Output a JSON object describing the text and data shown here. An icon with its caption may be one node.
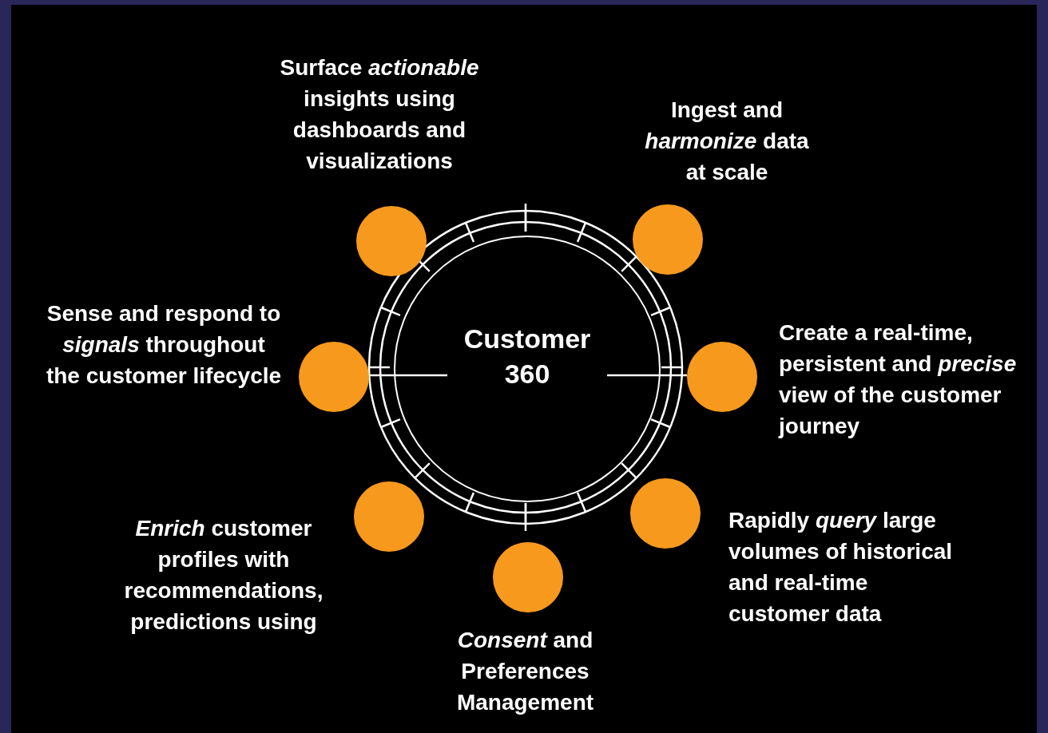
{
  "diagram": {
    "nodes": [
      {
        "text": [
          "Customer 360"
        ]
      },
      {
        "text": [],
        "shape": "circle",
        "beside": [
          "Surface *actionable* insights using dashboards and visualizations"
        ]
      },
      {
        "text": [],
        "shape": "circle",
        "beside": [
          "Ingest and *harmonize* data at scale"
        ]
      },
      {
        "text": [],
        "shape": "circle",
        "beside": [
          "Sense and respond to *signals* throughout the customer lifecycle"
        ]
      },
      {
        "text": [],
        "shape": "circle",
        "beside": [
          "Create a real-time, persistent and *precise* view of the customer journey"
        ]
      },
      {
        "text": [],
        "shape": "circle",
        "beside": [
          "*Enrich* customer profiles with recommendations, predictions using"
        ]
      },
      {
        "text": [],
        "shape": "circle",
        "beside": [
          "Rapidly *query* large volumes of historical and real-time customer data"
        ]
      },
      {
        "text": [],
        "shape": "circle",
        "beside": [
          "*Consent* and Preferences Management"
        ]
      }
    ]
  }
}
